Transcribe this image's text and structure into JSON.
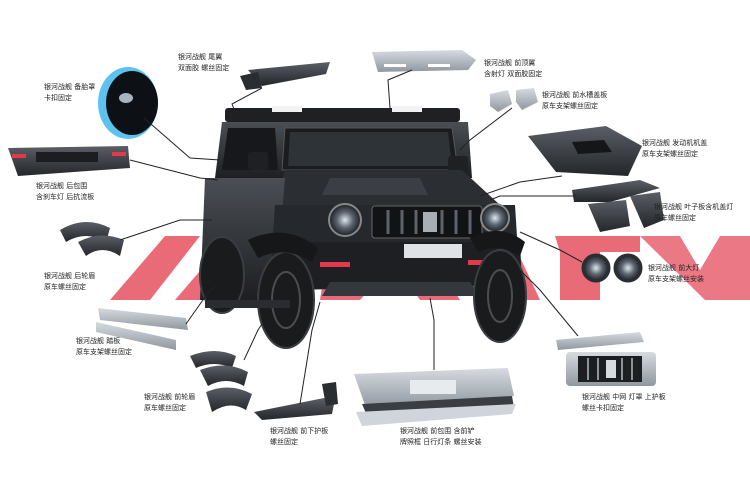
{
  "labels": {
    "spare_tire_cover": [
      "银河战舰  备胎罩",
      "卡扣固定"
    ],
    "rear_wing": [
      "银河战舰  尾翼",
      "双面胶 螺丝固定"
    ],
    "roof_wing": [
      "银河战舰  前顶翼",
      "含射灯 双面胶固定"
    ],
    "water_tank_cover": [
      "银河战舰  前水槽盖板",
      "原车支架螺丝固定"
    ],
    "rear_bumper": [
      "银河战舰  后包围",
      "含刹车灯 后抗流板"
    ],
    "hood": [
      "银河战舰  发动机机盖",
      "原车支架螺丝固定"
    ],
    "fender_cover": [
      "银河战舰  叶子板含机盖灯",
      "原车螺丝固定"
    ],
    "rear_wheel_arch": [
      "银河战舰  后轮眉",
      "原车螺丝固定"
    ],
    "headlight": [
      "银河战舰  前大灯",
      "原车支架螺丝安装"
    ],
    "side_step": [
      "银河战舰  踏板",
      "原车支架螺丝固定"
    ],
    "front_wheel_arch": [
      "银河战舰  前轮眉",
      "原车螺丝固定"
    ],
    "grille": [
      "银河战舰  中网 灯罩 上护板",
      "螺丝卡扣固定"
    ],
    "front_skid_plate": [
      "银河战舰  前下护板",
      "螺丝固定"
    ],
    "front_bumper": [
      "银河战舰  前包围 含前铲",
      "牌照框 日行灯条 螺丝安装"
    ]
  },
  "colors": {
    "watermark": "#e23a4b",
    "body_paint": "#2a2d31",
    "part_gray": "#b9c0c8",
    "leader_line": "#222222"
  }
}
